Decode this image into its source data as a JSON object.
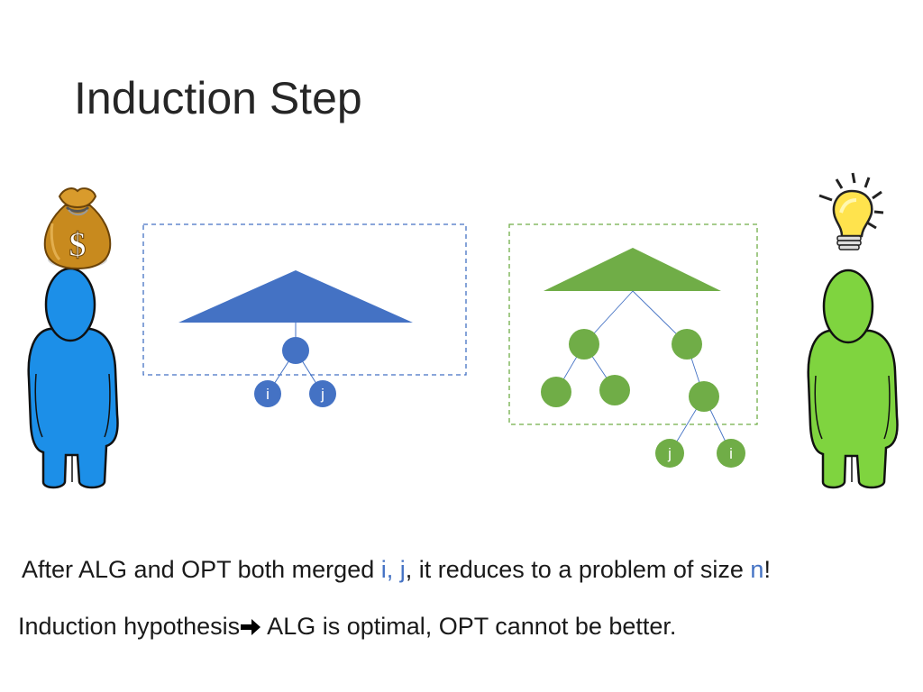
{
  "title": "Induction Step",
  "alg_tree": {
    "leaf_left": "i",
    "leaf_right": "j"
  },
  "opt_tree": {
    "leaf_left": "j",
    "leaf_right": "i"
  },
  "caption1": {
    "part1": "After ALG and OPT both merged ",
    "ij": "i, j",
    "part2": ", it reduces to a problem of size ",
    "n": "n",
    "part3": "!"
  },
  "caption2": {
    "part1": "Induction hypothesis",
    "part2": " ALG is optimal, OPT cannot be better."
  },
  "icons": {
    "left_figure": "person-icon",
    "left_head_item": "money-bag-icon",
    "right_figure": "person-icon",
    "right_head_item": "lightbulb-icon",
    "arrow": "right-arrow-icon"
  },
  "colors": {
    "alg_blue": "#4472c4",
    "opt_green": "#70ad47",
    "person_blue": "#1c8fe8",
    "person_green": "#7fd43f"
  }
}
